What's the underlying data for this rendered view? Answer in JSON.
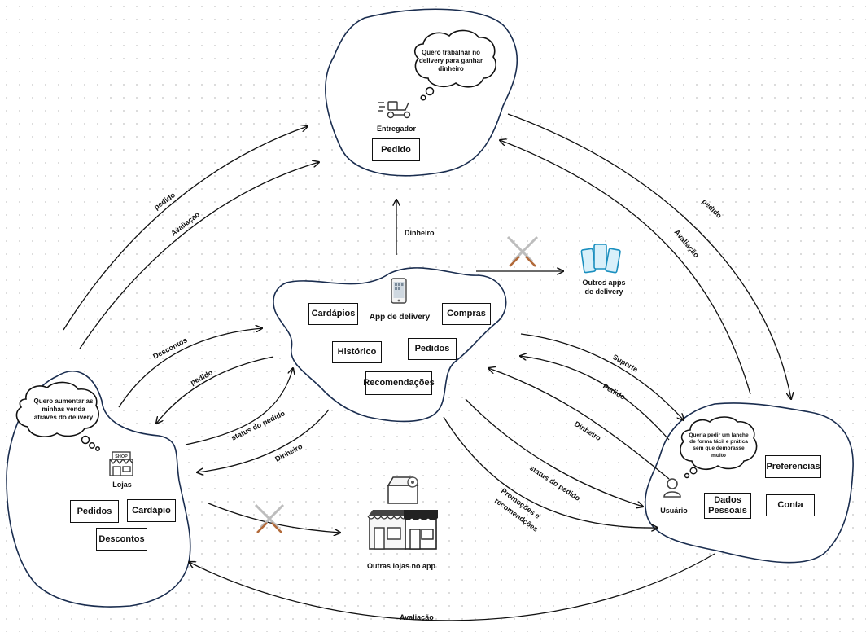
{
  "entregador": {
    "thought": "Quero trabalhar no delivery para ganhar dinheiro",
    "label": "Entregador",
    "box": "Pedido"
  },
  "app": {
    "label": "App de delivery",
    "boxes": {
      "cardapios": "Cardápios",
      "compras": "Compras",
      "historico": "Histórico",
      "pedidos": "Pedidos",
      "recomendacoes": "Recomendações"
    }
  },
  "lojas": {
    "thought": "Quero aumentar as minhas venda através do delivery",
    "label": "Lojas",
    "shop_sign": "SHOP",
    "boxes": {
      "pedidos": "Pedidos",
      "cardapio": "Cardápio",
      "descontos": "Descontos"
    }
  },
  "usuario": {
    "thought": "Queria pedir um lanche de forma fácil e prática sem que demorasse muito",
    "label": "Usuário",
    "boxes": {
      "preferencias": "Preferencias",
      "dados_pessoais": "Dados Pessoais",
      "conta": "Conta"
    }
  },
  "outros_apps": {
    "label": "Outros apps de delivery"
  },
  "outras_lojas": {
    "label": "Outras lojas no app"
  },
  "edges": {
    "pedido_lojas_entregador": "pedido",
    "avaliacao_lojas_entregador": "Avaliaçao",
    "dinheiro_app_entregador": "Dinheiro",
    "pedido_usuario_entregador": "pedido",
    "avaliacao_usuario_entregador": "Avaliação",
    "descontos_lojas_app": "Descontos",
    "pedido_app_lojas": "pedido",
    "status_lojas_app": "status do pedido",
    "dinheiro_app_lojas": "Dinheiro",
    "suporte_app_usuario": "Suporte",
    "pedido_usuario_app": "Pedido",
    "dinheiro_usuario_app": "Dinheiro",
    "status_app_usuario": "status do pedido",
    "promocoes_app_usuario": "Promoções e recomendações",
    "avaliacao_usuario_lojas": "Avaliação"
  },
  "icons": {
    "scooter": "delivery-scooter-icon",
    "phone": "smartphone-icon",
    "phones": "phones-icon",
    "shop": "shop-icon",
    "stores": "storefronts-icon",
    "user": "user-icon",
    "crossed": "crossed-swords-icon"
  }
}
